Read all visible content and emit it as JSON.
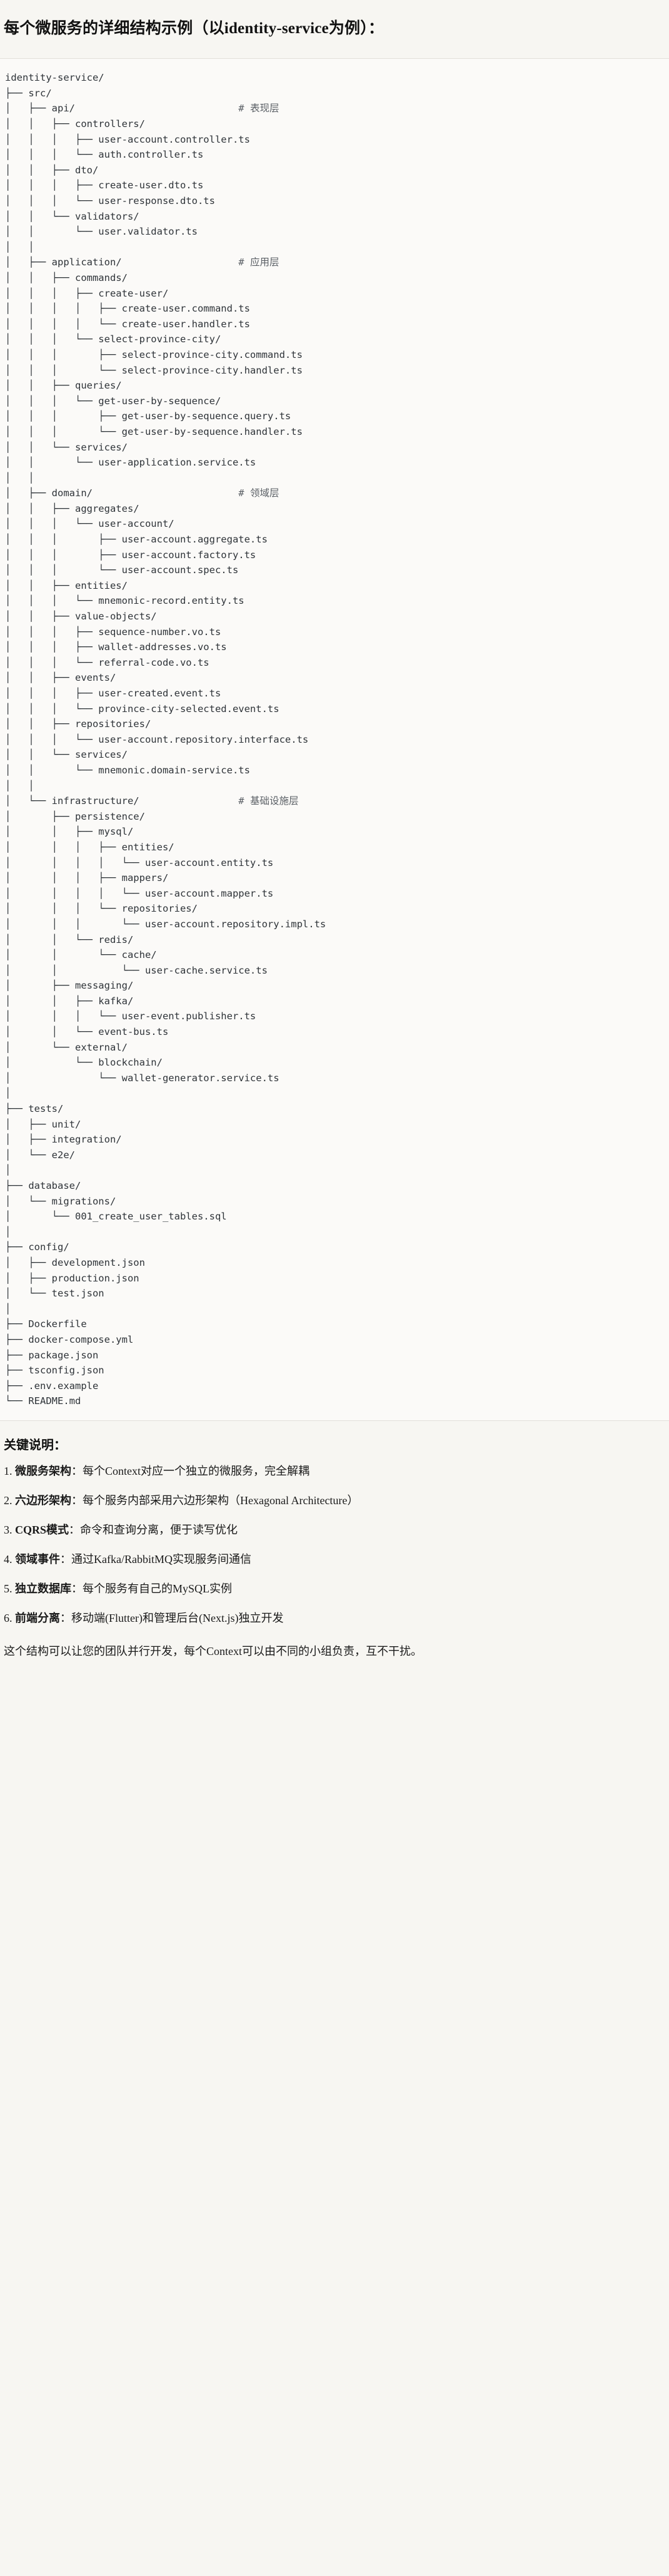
{
  "document": {
    "title": "每个微服务的详细结构示例（以identity-service为例）："
  },
  "tree": {
    "root": "identity-service/",
    "lines": [
      {
        "text": "identity-service/",
        "comment": ""
      },
      {
        "text": "├── src/",
        "comment": ""
      },
      {
        "text": "│   ├── api/",
        "comment": "# 表现层"
      },
      {
        "text": "│   │   ├── controllers/",
        "comment": ""
      },
      {
        "text": "│   │   │   ├── user-account.controller.ts",
        "comment": ""
      },
      {
        "text": "│   │   │   └── auth.controller.ts",
        "comment": ""
      },
      {
        "text": "│   │   ├── dto/",
        "comment": ""
      },
      {
        "text": "│   │   │   ├── create-user.dto.ts",
        "comment": ""
      },
      {
        "text": "│   │   │   └── user-response.dto.ts",
        "comment": ""
      },
      {
        "text": "│   │   └── validators/",
        "comment": ""
      },
      {
        "text": "│   │       └── user.validator.ts",
        "comment": ""
      },
      {
        "text": "│   │",
        "comment": ""
      },
      {
        "text": "│   ├── application/",
        "comment": "# 应用层"
      },
      {
        "text": "│   │   ├── commands/",
        "comment": ""
      },
      {
        "text": "│   │   │   ├── create-user/",
        "comment": ""
      },
      {
        "text": "│   │   │   │   ├── create-user.command.ts",
        "comment": ""
      },
      {
        "text": "│   │   │   │   └── create-user.handler.ts",
        "comment": ""
      },
      {
        "text": "│   │   │   └── select-province-city/",
        "comment": ""
      },
      {
        "text": "│   │   │       ├── select-province-city.command.ts",
        "comment": ""
      },
      {
        "text": "│   │   │       └── select-province-city.handler.ts",
        "comment": ""
      },
      {
        "text": "│   │   ├── queries/",
        "comment": ""
      },
      {
        "text": "│   │   │   └── get-user-by-sequence/",
        "comment": ""
      },
      {
        "text": "│   │   │       ├── get-user-by-sequence.query.ts",
        "comment": ""
      },
      {
        "text": "│   │   │       └── get-user-by-sequence.handler.ts",
        "comment": ""
      },
      {
        "text": "│   │   └── services/",
        "comment": ""
      },
      {
        "text": "│   │       └── user-application.service.ts",
        "comment": ""
      },
      {
        "text": "│   │",
        "comment": ""
      },
      {
        "text": "│   ├── domain/",
        "comment": "# 领域层"
      },
      {
        "text": "│   │   ├── aggregates/",
        "comment": ""
      },
      {
        "text": "│   │   │   └── user-account/",
        "comment": ""
      },
      {
        "text": "│   │   │       ├── user-account.aggregate.ts",
        "comment": ""
      },
      {
        "text": "│   │   │       ├── user-account.factory.ts",
        "comment": ""
      },
      {
        "text": "│   │   │       └── user-account.spec.ts",
        "comment": ""
      },
      {
        "text": "│   │   ├── entities/",
        "comment": ""
      },
      {
        "text": "│   │   │   └── mnemonic-record.entity.ts",
        "comment": ""
      },
      {
        "text": "│   │   ├── value-objects/",
        "comment": ""
      },
      {
        "text": "│   │   │   ├── sequence-number.vo.ts",
        "comment": ""
      },
      {
        "text": "│   │   │   ├── wallet-addresses.vo.ts",
        "comment": ""
      },
      {
        "text": "│   │   │   └── referral-code.vo.ts",
        "comment": ""
      },
      {
        "text": "│   │   ├── events/",
        "comment": ""
      },
      {
        "text": "│   │   │   ├── user-created.event.ts",
        "comment": ""
      },
      {
        "text": "│   │   │   └── province-city-selected.event.ts",
        "comment": ""
      },
      {
        "text": "│   │   ├── repositories/",
        "comment": ""
      },
      {
        "text": "│   │   │   └── user-account.repository.interface.ts",
        "comment": ""
      },
      {
        "text": "│   │   └── services/",
        "comment": ""
      },
      {
        "text": "│   │       └── mnemonic.domain-service.ts",
        "comment": ""
      },
      {
        "text": "│   │",
        "comment": ""
      },
      {
        "text": "│   └── infrastructure/",
        "comment": "# 基础设施层"
      },
      {
        "text": "│       ├── persistence/",
        "comment": ""
      },
      {
        "text": "│       │   ├── mysql/",
        "comment": ""
      },
      {
        "text": "│       │   │   ├── entities/",
        "comment": ""
      },
      {
        "text": "│       │   │   │   └── user-account.entity.ts",
        "comment": ""
      },
      {
        "text": "│       │   │   ├── mappers/",
        "comment": ""
      },
      {
        "text": "│       │   │   │   └── user-account.mapper.ts",
        "comment": ""
      },
      {
        "text": "│       │   │   └── repositories/",
        "comment": ""
      },
      {
        "text": "│       │   │       └── user-account.repository.impl.ts",
        "comment": ""
      },
      {
        "text": "│       │   └── redis/",
        "comment": ""
      },
      {
        "text": "│       │       └── cache/",
        "comment": ""
      },
      {
        "text": "│       │           └── user-cache.service.ts",
        "comment": ""
      },
      {
        "text": "│       ├── messaging/",
        "comment": ""
      },
      {
        "text": "│       │   ├── kafka/",
        "comment": ""
      },
      {
        "text": "│       │   │   └── user-event.publisher.ts",
        "comment": ""
      },
      {
        "text": "│       │   └── event-bus.ts",
        "comment": ""
      },
      {
        "text": "│       └── external/",
        "comment": ""
      },
      {
        "text": "│           └── blockchain/",
        "comment": ""
      },
      {
        "text": "│               └── wallet-generator.service.ts",
        "comment": ""
      },
      {
        "text": "│",
        "comment": ""
      },
      {
        "text": "├── tests/",
        "comment": ""
      },
      {
        "text": "│   ├── unit/",
        "comment": ""
      },
      {
        "text": "│   ├── integration/",
        "comment": ""
      },
      {
        "text": "│   └── e2e/",
        "comment": ""
      },
      {
        "text": "│",
        "comment": ""
      },
      {
        "text": "├── database/",
        "comment": ""
      },
      {
        "text": "│   └── migrations/",
        "comment": ""
      },
      {
        "text": "│       └── 001_create_user_tables.sql",
        "comment": ""
      },
      {
        "text": "│",
        "comment": ""
      },
      {
        "text": "├── config/",
        "comment": ""
      },
      {
        "text": "│   ├── development.json",
        "comment": ""
      },
      {
        "text": "│   ├── production.json",
        "comment": ""
      },
      {
        "text": "│   └── test.json",
        "comment": ""
      },
      {
        "text": "│",
        "comment": ""
      },
      {
        "text": "├── Dockerfile",
        "comment": ""
      },
      {
        "text": "├── docker-compose.yml",
        "comment": ""
      },
      {
        "text": "├── package.json",
        "comment": ""
      },
      {
        "text": "├── tsconfig.json",
        "comment": ""
      },
      {
        "text": "├── .env.example",
        "comment": ""
      },
      {
        "text": "└── README.md",
        "comment": ""
      }
    ]
  },
  "notes": {
    "heading": "关键说明：",
    "items": [
      {
        "num": "1.",
        "term": "微服务架构",
        "sep": "：",
        "desc": "每个Context对应一个独立的微服务，完全解耦"
      },
      {
        "num": "2.",
        "term": "六边形架构",
        "sep": "：",
        "desc": "每个服务内部采用六边形架构（Hexagonal Architecture）"
      },
      {
        "num": "3.",
        "term": "CQRS模式",
        "sep": "：",
        "desc": "命令和查询分离，便于读写优化"
      },
      {
        "num": "4.",
        "term": "领域事件",
        "sep": "：",
        "desc": "通过Kafka/RabbitMQ实现服务间通信"
      },
      {
        "num": "5.",
        "term": "独立数据库",
        "sep": "：",
        "desc": "每个服务有自己的MySQL实例"
      },
      {
        "num": "6.",
        "term": "前端分离",
        "sep": "：",
        "desc": "移动端(Flutter)和管理后台(Next.js)独立开发"
      }
    ],
    "closing": "这个结构可以让您的团队并行开发，每个Context可以由不同的小组负责，互不干扰。"
  },
  "colors": {
    "page_bg": "#f7f6f2",
    "code_bg": "#fbfaf8",
    "code_text": "#2e3338",
    "comment_text": "#5b6066",
    "rule": "#e2e0da",
    "heading_text": "#111111"
  }
}
